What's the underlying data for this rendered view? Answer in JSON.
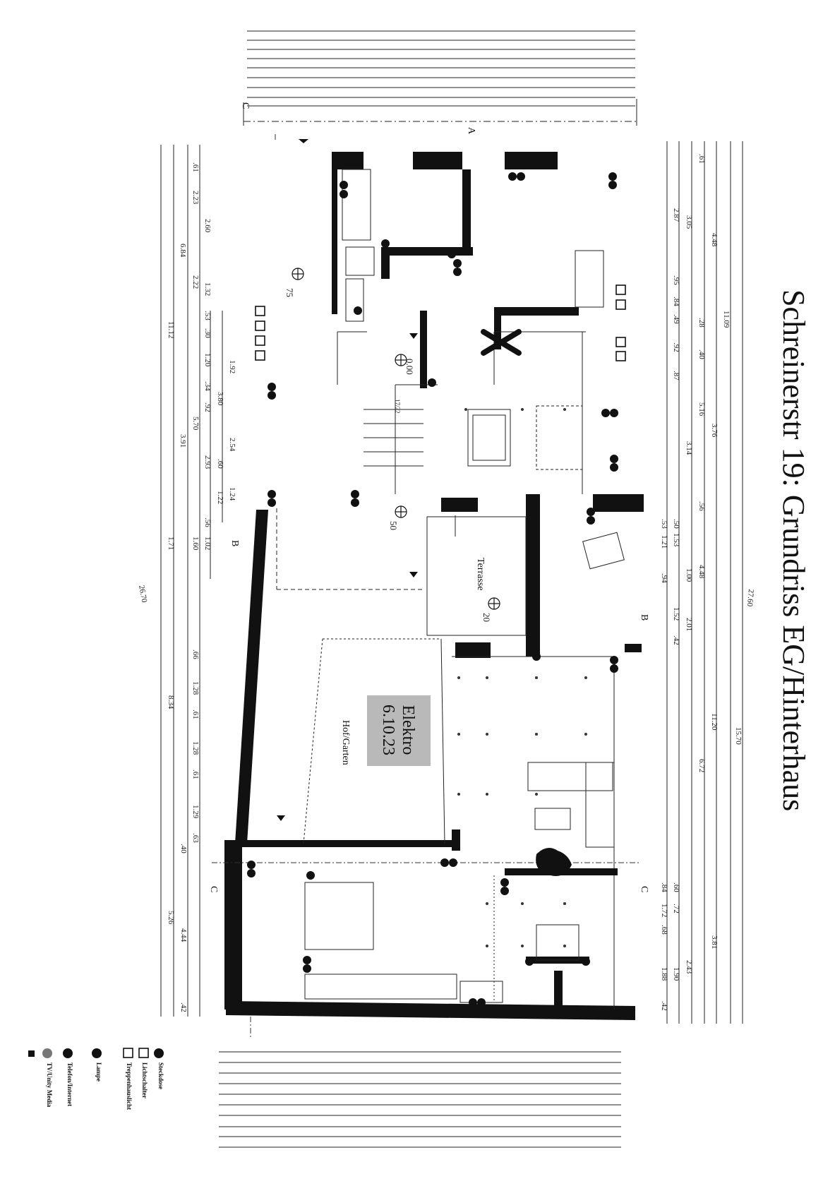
{
  "title": "Schreinerstr 19: Grundriss EG/Hinterhaus",
  "stamp": {
    "line1": "Elektro",
    "line2": "6.10.23"
  },
  "rooms": {
    "terrace": "Terrasse",
    "garden": "Hof/Garten"
  },
  "legend": [
    {
      "label": "Steckdose",
      "symbol": "outlet-dot-icon"
    },
    {
      "label": "Lichtschalter",
      "symbol": "switch-square-icon"
    },
    {
      "label": "Treppenhauslicht",
      "symbol": "stair-light-square-icon"
    },
    {
      "label": "Lampe",
      "symbol": "lamp-icon"
    },
    {
      "label": "Telefon/Internet",
      "symbol": "telephone-dot-icon"
    },
    {
      "label": "TV/Unity Media",
      "symbol": "tv-dot-icon"
    }
  ],
  "section_markers": [
    "A",
    "B",
    "B",
    "C",
    "C",
    "C"
  ],
  "dimensions": {
    "left_outer": [
      "11.12",
      "26.70",
      "8.34",
      "5.26"
    ],
    "left_mid": [
      "6.84",
      "3.91",
      "1.71"
    ],
    "left_inner": [
      "2.23",
      "2.60",
      "2.22",
      "1.32",
      "1.20",
      "5.70",
      "2.93",
      "1.60",
      "1.02"
    ],
    "left_segments": [
      ".61",
      ".53",
      ".30",
      ".34",
      ".92",
      "3.80",
      "1.92",
      "2.54",
      ".60",
      "1.24",
      "1.22",
      ".56",
      ".66",
      "1.28",
      ".61",
      "1.28",
      ".61",
      "1.29",
      ".63",
      ".40",
      "4.44",
      ".42"
    ],
    "right_outer": [
      "11.09",
      "15.70",
      "27.60",
      "3.81"
    ],
    "right_mid": [
      "4.48",
      "3.76",
      "4.48",
      "11.20",
      "6.72"
    ],
    "right_inner": [
      "3.05",
      "2.87",
      "5.16",
      "3.14",
      "1.53",
      "1.21",
      "1.00",
      "2.01",
      "1.52",
      ".94"
    ],
    "right_segments": [
      ".61",
      ".95",
      ".84",
      ".49",
      ".92",
      ".87",
      ".28",
      ".40",
      ".56",
      ".53",
      ".50",
      ".42",
      ".60",
      ".72",
      ".84",
      "1.72",
      ".68",
      "2.43",
      "1.90",
      "1.88",
      ".42"
    ],
    "levels": [
      "0.00",
      "75",
      "50",
      "20"
    ],
    "stair_note": "17/22"
  }
}
